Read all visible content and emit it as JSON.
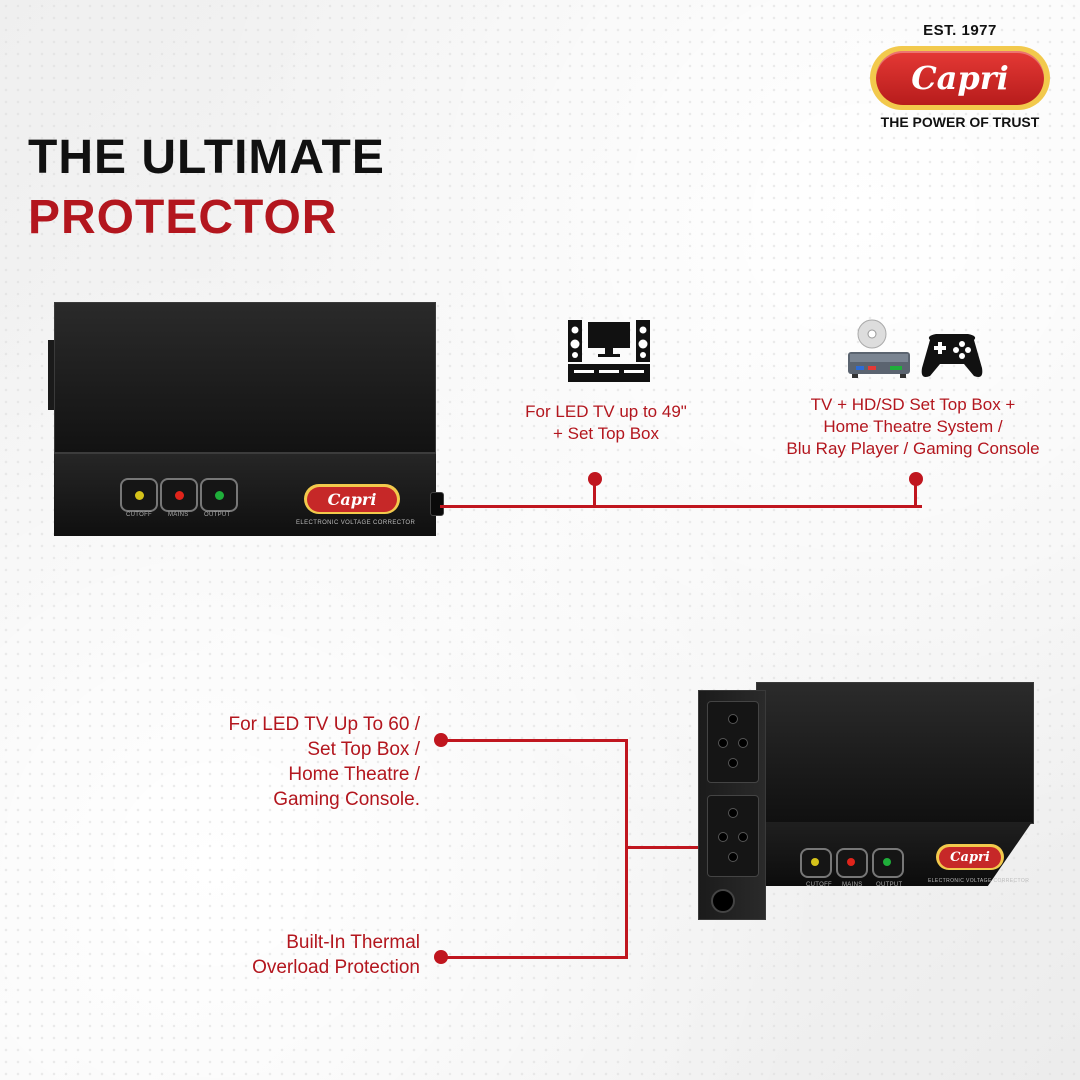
{
  "brand": {
    "established": "EST. 1977",
    "name": "Capri",
    "tagline": "THE POWER OF TRUST",
    "colors": {
      "red": "#b3161e",
      "gold": "#f2c94c",
      "dark": "#111111"
    }
  },
  "headline": {
    "line1": "THE ULTIMATE",
    "line2": "PROTECTOR"
  },
  "top_device": {
    "indicators": [
      "CUTOFF",
      "MAINS",
      "OUTPUT"
    ],
    "logo": "Capri",
    "label": "ELECTRONIC VOLTAGE CORRECTOR"
  },
  "features_top": [
    {
      "icon": "home-theatre-icon",
      "text": "For LED TV up to 49\"\n+ Set Top Box"
    },
    {
      "icon": "set-top-box-and-gamepad-icon",
      "text": "TV + HD/SD Set Top Box +\nHome Theatre System /\nBlu Ray Player / Gaming Console"
    }
  ],
  "bottom_device": {
    "indicators": [
      "CUTOFF",
      "MAINS",
      "OUTPUT"
    ],
    "logo": "Capri",
    "label": "ELECTRONIC VOLTAGE CORRECTOR"
  },
  "features_bottom": [
    {
      "text": "For LED TV Up To 60 /\nSet Top Box /\nHome Theatre /\nGaming Console."
    },
    {
      "text": "Built-In Thermal\nOverload Protection"
    }
  ]
}
